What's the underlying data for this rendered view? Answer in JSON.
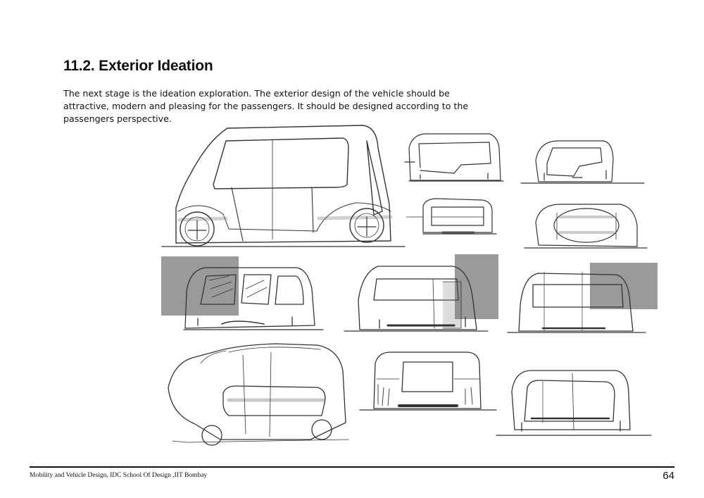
{
  "section": {
    "heading": "11.2. Exterior Ideation",
    "intro": "The next stage is the ideation exploration. The exterior design of the vehicle should be attractive, modern and pleasing for the passengers. It should be designed according to the passengers perspective."
  },
  "footer": {
    "text": "Mobility and Vehicle Design, IDC School Of Design ,IIT Bombay",
    "page_number": "64"
  },
  "colors": {
    "pencil": "#333333",
    "shading": "#888888",
    "grey_block": "#9a9a9a"
  }
}
